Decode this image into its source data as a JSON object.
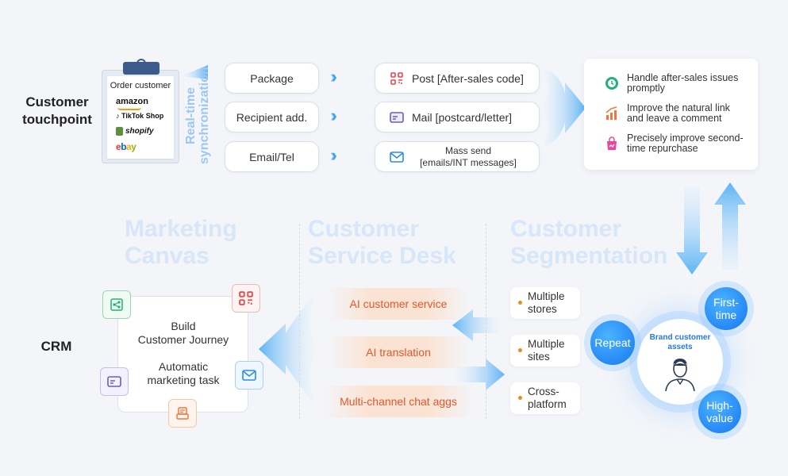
{
  "customer_touchpoint": {
    "label_line1": "Customer",
    "label_line2": "touchpoint",
    "clipboard_title": "Order customer",
    "platform_logos": [
      "amazon",
      "TikTok Shop",
      "shopify",
      "ebay"
    ],
    "sync_label_line1": "Real-time",
    "sync_label_line2": "synchronization"
  },
  "data_fields": [
    "Package",
    "Recipient add.",
    "Email/Tel"
  ],
  "channels": [
    {
      "label": "Post [After-sales code]",
      "icon": "grid-icon",
      "color": "#e8474c"
    },
    {
      "label": "Mail [postcard/letter]",
      "icon": "card-icon",
      "color": "#6a5acd"
    },
    {
      "label_line1": "Mass send",
      "label_line2": "[emails/INT messages]",
      "icon": "envelope-icon",
      "color": "#2b8be6"
    }
  ],
  "results": [
    {
      "line1": "Handle after-sales issues",
      "line2": "promptly",
      "icon": "clock-icon",
      "color": "#22b07d"
    },
    {
      "line1": "Improve the natural link",
      "line2": "and leave a comment",
      "icon": "bar-chart-up-icon",
      "color": "#f2763c"
    },
    {
      "line1": "Precisely improve second-",
      "line2": "time repurchase",
      "icon": "shopping-bag-icon",
      "color": "#e8489b"
    }
  ],
  "crm_label": "CRM",
  "marketing_canvas": {
    "title_line1": "Marketing",
    "title_line2": "Canvas",
    "item1_line1": "Build",
    "item1_line2": "Customer Journey",
    "item2_line1": "Automatic",
    "item2_line2": "marketing task"
  },
  "service_desk": {
    "title_line1": "Customer",
    "title_line2": "Service Desk",
    "items": [
      "AI customer service",
      "AI translation",
      "Multi-channel chat aggs"
    ]
  },
  "segmentation": {
    "title_line1": "Customer",
    "title_line2": "Segmentation",
    "tags": [
      {
        "line1": "Multiple",
        "line2": "stores"
      },
      {
        "line1": "Multiple",
        "line2": "sites"
      },
      {
        "line1": "Cross-",
        "line2": "platform"
      }
    ],
    "core_line1": "Brand customer",
    "core_line2": "assets",
    "balls": {
      "repeat": "Repeat",
      "first_line1": "First-",
      "first_line2": "time",
      "high_line1": "High-",
      "high_line2": "value"
    }
  },
  "colors": {
    "accent_blue": "#2b8be6",
    "light_blue": "#d7e6f8",
    "service_orange": "#e2582b"
  }
}
